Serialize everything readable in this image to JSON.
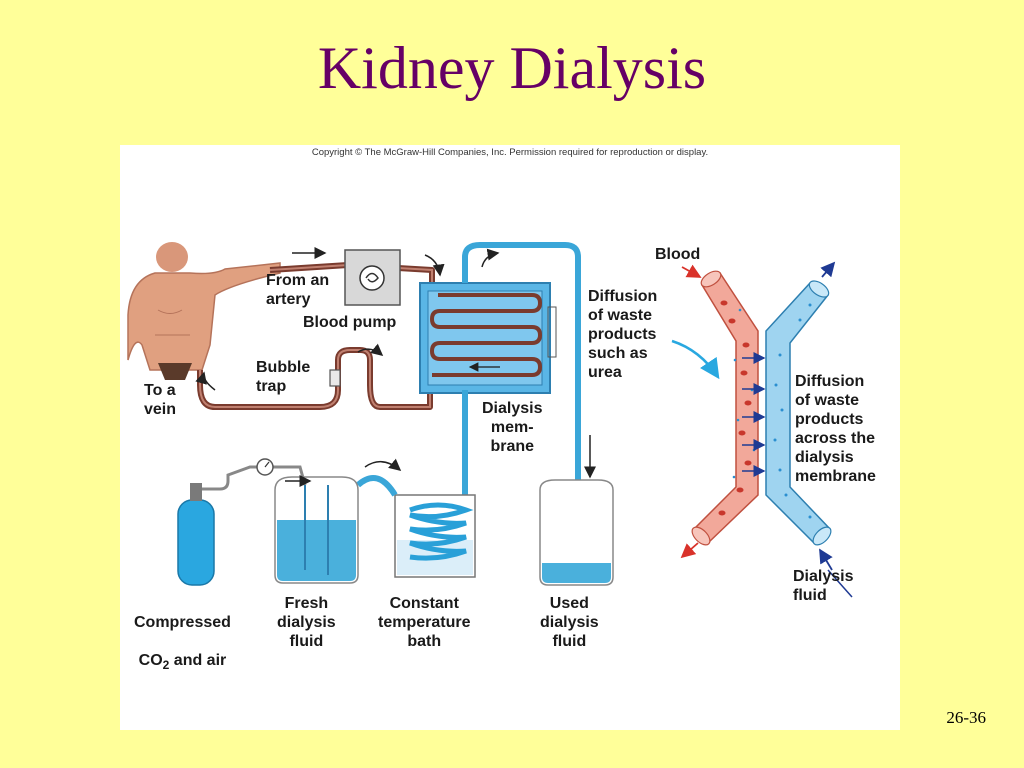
{
  "slide": {
    "title": "Kidney Dialysis",
    "page_number": "26-36"
  },
  "figure": {
    "copyright": "Copyright © The McGraw-Hill Companies, Inc. Permission required for reproduction or display.",
    "labels": {
      "from_artery": "From an\nartery",
      "blood_pump": "Blood pump",
      "to_vein": "To a\nvein",
      "bubble_trap": "Bubble\ntrap",
      "diffusion_products": "Diffusion\nof waste\nproducts\nsuch as\nurea",
      "dialysis_membrane": "Dialysis\nmem-\nbrane",
      "compressed": "Compressed",
      "co": "CO",
      "co_sub": "2",
      "and_air": " and air",
      "fresh_fluid": "Fresh\ndialysis\nfluid",
      "constant_bath": "Constant\ntemperature\nbath",
      "used_fluid": "Used\ndialysis\nfluid",
      "blood": "Blood",
      "diffusion_across": "Diffusion\nof waste\nproducts\nacross the\ndialysis\nmembrane",
      "dialysis_fluid": "Dialysis\nfluid"
    },
    "colors": {
      "background": "#ffff99",
      "title": "#660066",
      "blood_tube": "#7a3b2e",
      "fluid_tube": "#4ab0dc",
      "blood_vessel": "#f2a89a",
      "fluid_vessel": "#9fd4f0",
      "tank": "#5ab6e6"
    },
    "icons": [
      "human-torso-icon",
      "blood-pump-icon",
      "gas-cylinder-icon",
      "pressure-gauge-icon",
      "bubble-trap-icon"
    ]
  }
}
